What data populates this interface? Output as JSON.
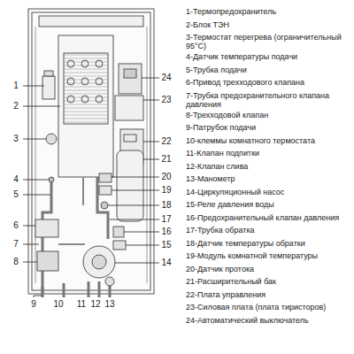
{
  "diagram": {
    "labels": [
      "1",
      "2",
      "3",
      "4",
      "5",
      "6",
      "7",
      "8",
      "9",
      "10",
      "11",
      "12",
      "13",
      "24",
      "23",
      "22",
      "21",
      "20",
      "19",
      "18",
      "17",
      "16",
      "15",
      "14",
      "1-Термопредохранитель",
      "2-Блок ТЭН",
      "3-Термостат перегрева (ограничительный 95°С)",
      "4-Датчик температуры подачи",
      "5-Трубка подачи",
      "6-Привод трехходового клапана",
      "7-Трубка предохранительного клапана давления",
      "8-Трехходовой клапан",
      "9-Патрубок подачи",
      "10-клеммы комнатного термостата",
      "11-Клапан подпитки",
      "12-Клапан слива",
      "13-Манометр",
      "14-Циркуляционный насос",
      "15-Реле давления воды",
      "16-Предохранительный клапан давления",
      "17-Трубка обратка",
      "18-Датчик температуры обратки",
      "19-Модуль комнатной температуры",
      "20-Датчик протока",
      "21-Расширительный бак",
      "22-Плата управления",
      "23-Силовая плата (плата тиристоров)",
      "24-Автоматический выключатель"
    ]
  }
}
